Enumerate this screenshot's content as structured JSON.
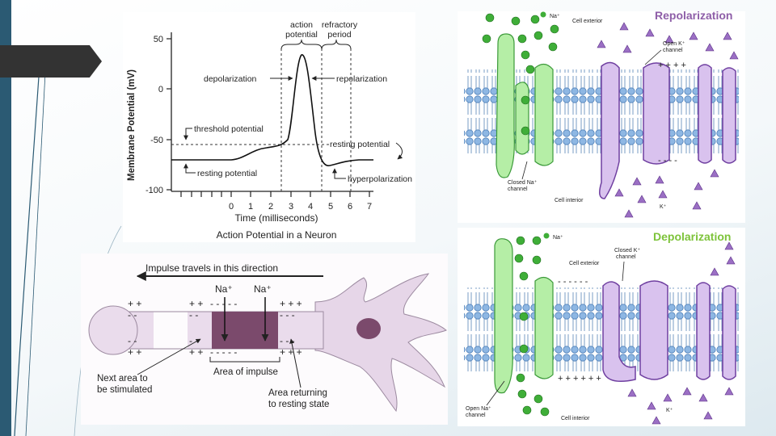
{
  "slide": {
    "colors": {
      "sidebar": "#2b5a73",
      "tab": "#333333"
    }
  },
  "action_potential_graph": {
    "y_axis_label": "Membrane Potential (mV)",
    "x_axis_label": "Time (milliseconds)",
    "caption": "Action Potential in a Neuron",
    "y_ticks": [
      "50",
      "0",
      "-50",
      "-100"
    ],
    "x_ticks": [
      "0",
      "1",
      "2",
      "3",
      "4",
      "5",
      "6",
      "7"
    ],
    "annotations": {
      "action_potential_1": "action",
      "action_potential_2": "potential",
      "refractory_1": "refractory",
      "refractory_2": "period",
      "depolarization": "depolarization",
      "repolarization": "repolarization",
      "threshold": "threshold potential",
      "resting_left": "resting potential",
      "resting_right": "resting potential",
      "hyperpolarization": "hyperpolarization"
    }
  },
  "impulse_diagram": {
    "direction": "Impulse travels in this direction",
    "ion_left": "Na⁺",
    "ion_right": "Na⁺",
    "next_area_1": "Next area to",
    "next_area_2": "be stimulated",
    "area_of_impulse": "Area of impulse",
    "returning_1": "Area returning",
    "returning_2": "to resting state",
    "colors": {
      "axon": "#eadcec",
      "impulse": "#7b4a6c",
      "nucleus": "#7b4a6c"
    }
  },
  "repolarization_panel": {
    "title": "Repolarization",
    "na_key": "Na⁺",
    "cell_exterior": "Cell exterior",
    "open_k_1": "Open K⁺",
    "open_k_2": "channel",
    "closed_na_1": "Closed Na⁺",
    "closed_na_2": "channel",
    "cell_interior": "Cell interior",
    "k_key": "K⁺",
    "colors": {
      "title": "#8e5ea8",
      "na_channel": "#b5eea6",
      "k_channel": "#d9c2ee"
    }
  },
  "depolarization_panel": {
    "title": "Depolarization",
    "na_key": "Na⁺",
    "cell_exterior": "Cell exterior",
    "closed_k_1": "Closed K⁺",
    "closed_k_2": "channel",
    "open_na_1": "Open Na⁺",
    "open_na_2": "channel",
    "cell_interior": "Cell interior",
    "k_key": "K⁺",
    "colors": {
      "title": "#7dc33a",
      "na_channel": "#b5eea6",
      "k_channel": "#d9c2ee"
    }
  }
}
